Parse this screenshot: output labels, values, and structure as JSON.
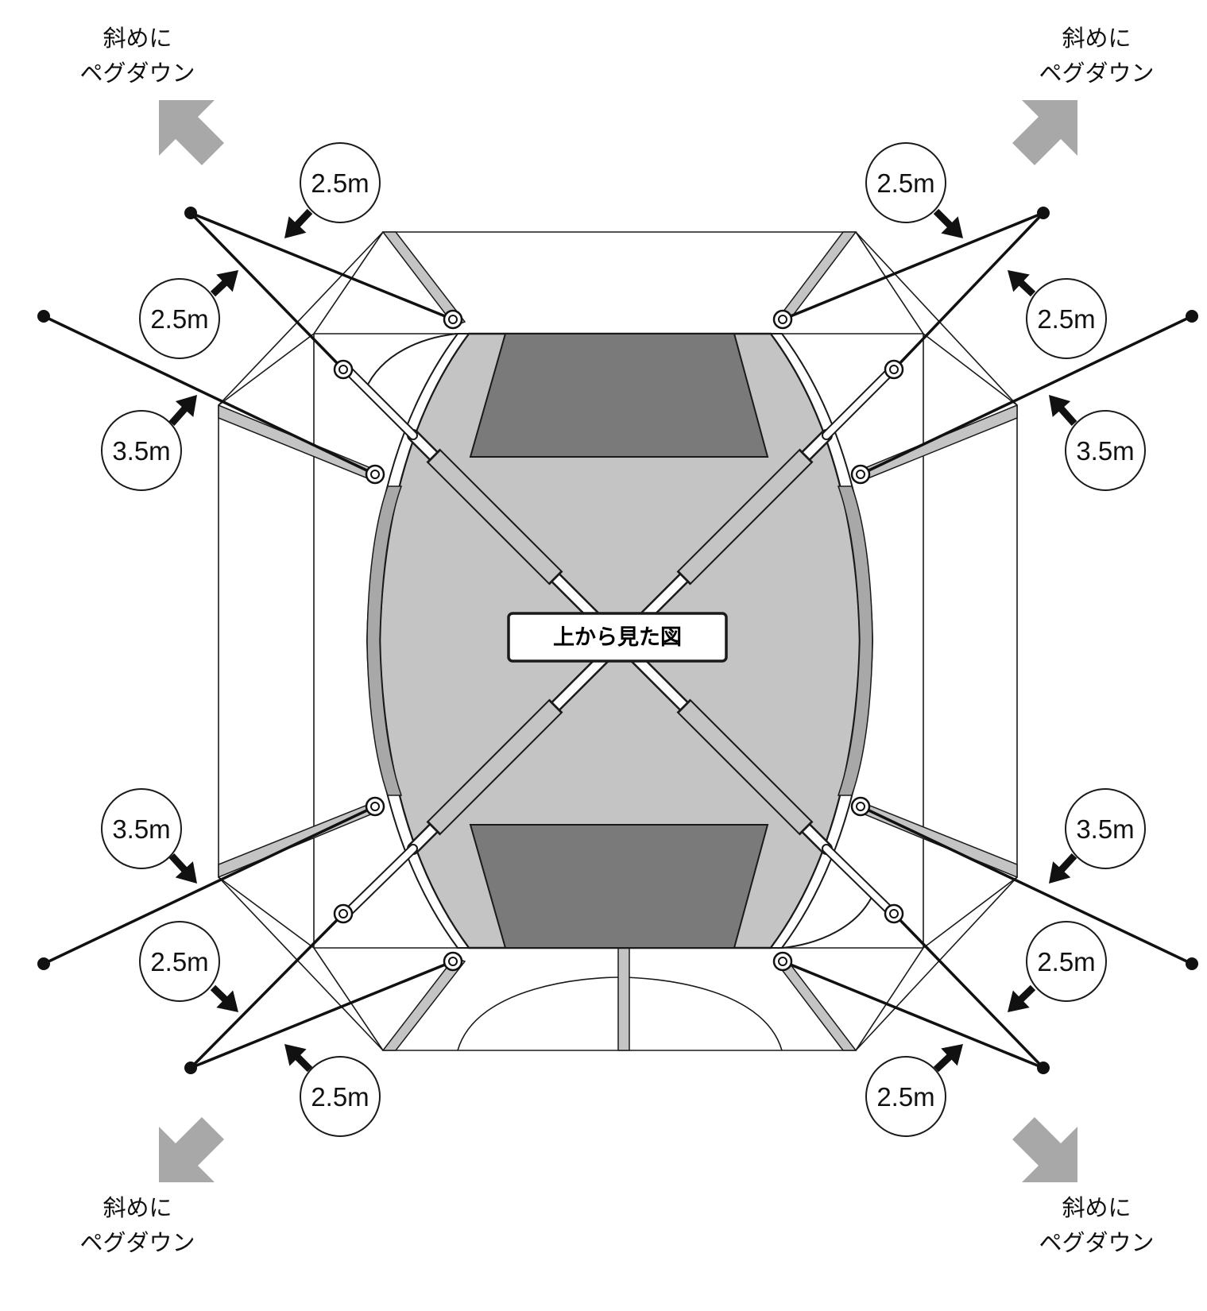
{
  "diagram": {
    "view_label": "上から見た図",
    "peg_note": {
      "line1": "斜めに",
      "line2": "ペグダウン"
    },
    "distances": {
      "nw_upper": "2.5m",
      "nw_lower": "2.5m",
      "w_upper": "3.5m",
      "w_lower": "3.5m",
      "sw_upper": "2.5m",
      "sw_lower": "2.5m",
      "ne_upper": "2.5m",
      "ne_lower": "2.5m",
      "e_upper": "3.5m",
      "e_lower": "3.5m",
      "se_upper": "2.5m",
      "se_lower": "2.5m"
    }
  },
  "colors": {
    "outline": "#1a1a1a",
    "tent_body": "#c4c4c4",
    "vent_panel": "#7a7a7a",
    "peg_arrow": "#a8a8a8",
    "arrow": "#111111",
    "background": "#ffffff"
  }
}
